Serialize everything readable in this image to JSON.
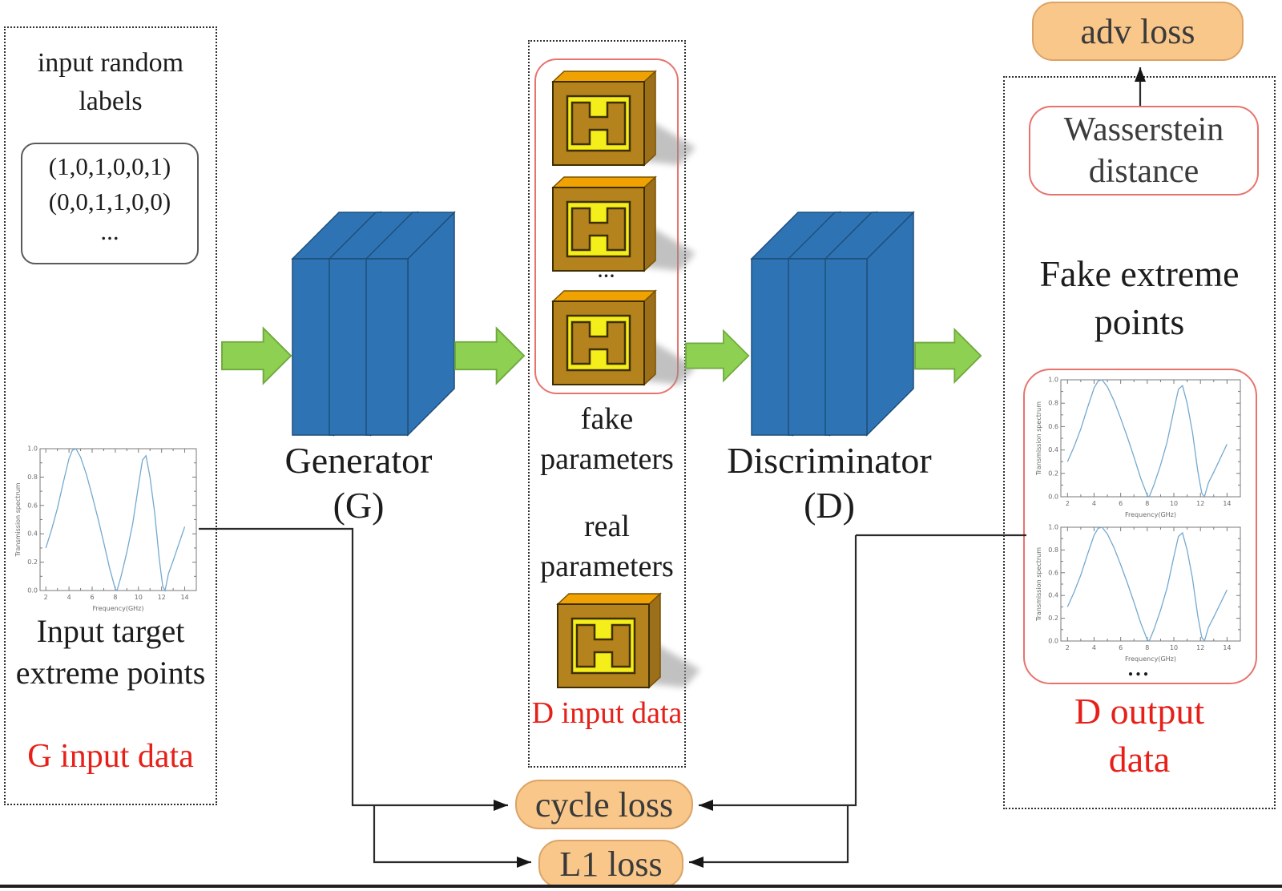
{
  "colors": {
    "accent_red_text": "#e62019",
    "loss_box_fill": "#f9c78a",
    "loss_box_border": "#dca366",
    "soft_red_outline": "#e8736d",
    "arrow_green": "#8ed051",
    "arrow_green_border": "#70a93f",
    "layer_blue": "#2e74b5",
    "layer_blue_edge": "#1f4e79",
    "block_front_brown": "#b4831d",
    "block_top_orange": "#f0a202",
    "block_side_brown": "#9c6f1a",
    "block_inner_yellow": "#f4ee1b",
    "chart_line_blue": "#74a9cf"
  },
  "left_panel": {
    "title": "input random labels",
    "random_labels": [
      "(1,0,1,0,0,1)",
      "(0,0,1,1,0,0)",
      "..."
    ],
    "caption": "Input target extreme points",
    "io_label": "G input data"
  },
  "generator": {
    "name": "Generator",
    "symbol": "(G)"
  },
  "middle_panel": {
    "ellipsis": "...",
    "fake_label": "fake parameters",
    "real_label": "real parameters",
    "io_label": "D input data"
  },
  "discriminator": {
    "name": "Discriminator",
    "symbol": "(D)"
  },
  "right_panel": {
    "adv_loss": "adv loss",
    "wasserstein": "Wasserstein distance",
    "fake_points_title": "Fake extreme points",
    "ellipsis": "...",
    "io_label": "D output data"
  },
  "losses": {
    "cycle": "cycle loss",
    "l1": "L1 loss"
  },
  "chart_data": [
    {
      "id": "g-input-target-spectrum",
      "type": "line",
      "title": "",
      "xlabel": "Frequency(GHz)",
      "ylabel": "Transmission spectrum",
      "xlim": [
        1.5,
        15
      ],
      "ylim": [
        0,
        1
      ],
      "xticks": [
        2,
        4,
        6,
        8,
        10,
        12,
        14
      ],
      "yticks": [
        0,
        0.2,
        0.4,
        0.6,
        0.8,
        1
      ],
      "ytick_labels": [
        "0.0",
        "0.2",
        "0.4",
        "0.6",
        "0.8",
        "1.0"
      ],
      "grid": false,
      "legend": "none",
      "x": [
        2,
        2.5,
        3,
        3.5,
        4,
        4.3,
        4.6,
        5,
        5.5,
        6,
        6.5,
        7,
        7.5,
        8,
        8.15,
        8.5,
        9,
        9.5,
        10,
        10.35,
        10.65,
        11,
        11.4,
        11.8,
        12.1,
        12.3,
        12.6,
        13,
        13.5,
        14
      ],
      "y": [
        0.3,
        0.43,
        0.58,
        0.76,
        0.93,
        0.99,
        1.0,
        0.94,
        0.82,
        0.67,
        0.51,
        0.34,
        0.16,
        0.01,
        0.0,
        0.1,
        0.27,
        0.47,
        0.74,
        0.92,
        0.95,
        0.8,
        0.55,
        0.22,
        0.03,
        0.0,
        0.12,
        0.21,
        0.33,
        0.45
      ]
    },
    {
      "id": "d-output-spectrum-1",
      "type": "line",
      "title": "",
      "xlabel": "Frequency(GHz)",
      "ylabel": "Transmission spectrum",
      "xlim": [
        1.5,
        15
      ],
      "ylim": [
        0,
        1
      ],
      "xticks": [
        2,
        4,
        6,
        8,
        10,
        12,
        14
      ],
      "yticks": [
        0,
        0.2,
        0.4,
        0.6,
        0.8,
        1
      ],
      "ytick_labels": [
        "0.0",
        "0.2",
        "0.4",
        "0.6",
        "0.8",
        "1.0"
      ],
      "grid": false,
      "legend": "none",
      "x": [
        2,
        2.5,
        3,
        3.5,
        4,
        4.3,
        4.6,
        5,
        5.5,
        6,
        6.5,
        7,
        7.5,
        8,
        8.15,
        8.5,
        9,
        9.5,
        10,
        10.35,
        10.65,
        11,
        11.4,
        11.8,
        12.1,
        12.3,
        12.6,
        13,
        13.5,
        14
      ],
      "y": [
        0.3,
        0.43,
        0.58,
        0.76,
        0.93,
        0.99,
        1.0,
        0.94,
        0.82,
        0.67,
        0.51,
        0.34,
        0.16,
        0.01,
        0.0,
        0.1,
        0.27,
        0.47,
        0.74,
        0.92,
        0.95,
        0.8,
        0.55,
        0.22,
        0.03,
        0.0,
        0.12,
        0.21,
        0.33,
        0.45
      ]
    },
    {
      "id": "d-output-spectrum-2",
      "type": "line",
      "title": "",
      "xlabel": "Frequency(GHz)",
      "ylabel": "Transmission spectrum",
      "xlim": [
        1.5,
        15
      ],
      "ylim": [
        0,
        1
      ],
      "xticks": [
        2,
        4,
        6,
        8,
        10,
        12,
        14
      ],
      "yticks": [
        0,
        0.2,
        0.4,
        0.6,
        0.8,
        1
      ],
      "ytick_labels": [
        "0.0",
        "0.2",
        "0.4",
        "0.6",
        "0.8",
        "1.0"
      ],
      "grid": false,
      "legend": "none",
      "x": [
        2,
        2.5,
        3,
        3.5,
        4,
        4.3,
        4.6,
        5,
        5.5,
        6,
        6.5,
        7,
        7.5,
        8,
        8.15,
        8.5,
        9,
        9.5,
        10,
        10.35,
        10.65,
        11,
        11.4,
        11.8,
        12.1,
        12.3,
        12.6,
        13,
        13.5,
        14
      ],
      "y": [
        0.3,
        0.43,
        0.58,
        0.76,
        0.93,
        0.99,
        1.0,
        0.94,
        0.82,
        0.67,
        0.51,
        0.34,
        0.16,
        0.01,
        0.0,
        0.1,
        0.27,
        0.47,
        0.74,
        0.92,
        0.95,
        0.8,
        0.55,
        0.22,
        0.03,
        0.0,
        0.12,
        0.21,
        0.33,
        0.45
      ]
    }
  ]
}
